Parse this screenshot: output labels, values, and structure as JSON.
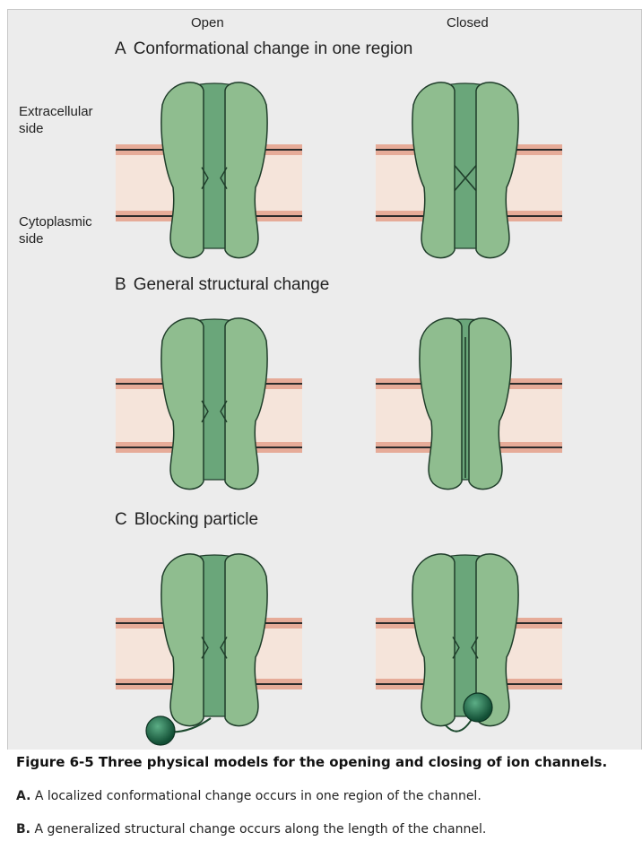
{
  "columns": {
    "open": "Open",
    "closed": "Closed"
  },
  "sides": {
    "extracellular": [
      "Extracellular",
      "side"
    ],
    "cytoplasmic": [
      "Cytoplasmic",
      "side"
    ]
  },
  "panels": [
    {
      "letter": "A",
      "title": "Conformational change in one region"
    },
    {
      "letter": "B",
      "title": "General structural change"
    },
    {
      "letter": "C",
      "title": "Blocking particle"
    }
  ],
  "caption": {
    "title": "Figure 6-5 Three physical models for the opening and closing of ion channels.",
    "items": [
      {
        "letter": "A.",
        "text": "A localized conformational change occurs in one region of the channel."
      },
      {
        "letter": "B.",
        "text": "A generalized structural change occurs along the length of the channel."
      }
    ]
  },
  "colors": {
    "protein": "#8fbd8f",
    "pore": "#6aa67a",
    "outline": "#1f3d2a",
    "membrane_line": "#e6ab98",
    "membrane_fill": "#f5e4da",
    "particle": "#1f6e4a"
  }
}
